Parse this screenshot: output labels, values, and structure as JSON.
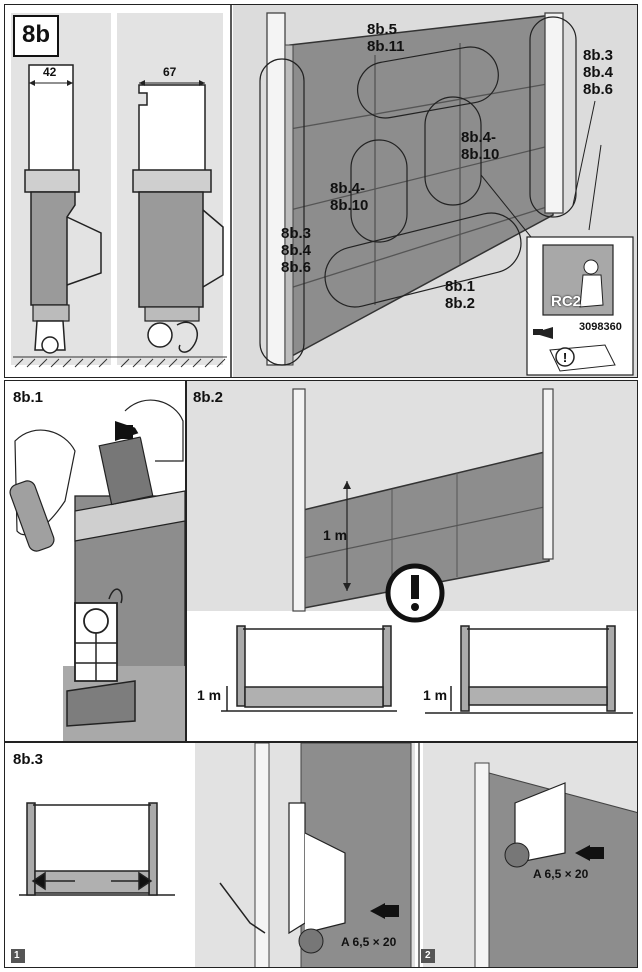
{
  "section_main": {
    "badge": "8b",
    "dim_left": "42",
    "dim_right": "67",
    "callout_top": [
      "8b.5",
      "8b.11"
    ],
    "callout_right": [
      "8b.3",
      "8b.4",
      "8b.6"
    ],
    "callout_mid_right": [
      "8b.4-",
      "8b.10"
    ],
    "callout_mid_left": [
      "8b.4-",
      "8b.10"
    ],
    "callout_left": [
      "8b.3",
      "8b.4",
      "8b.6"
    ],
    "callout_bottom": [
      "8b.1",
      "8b.2"
    ],
    "rc_label": "RC2",
    "part_number": "3098360"
  },
  "section_8b1": {
    "title": "8b.1"
  },
  "section_8b2": {
    "title": "8b.2",
    "measure_slanted": "1 m",
    "measure_left": "1 m",
    "measure_right": "1 m"
  },
  "section_8b3": {
    "title": "8b.3",
    "step1": "1",
    "step2": "2",
    "screw_spec_1": "A 6,5 × 20",
    "screw_spec_2": "A 6,5 × 20"
  }
}
